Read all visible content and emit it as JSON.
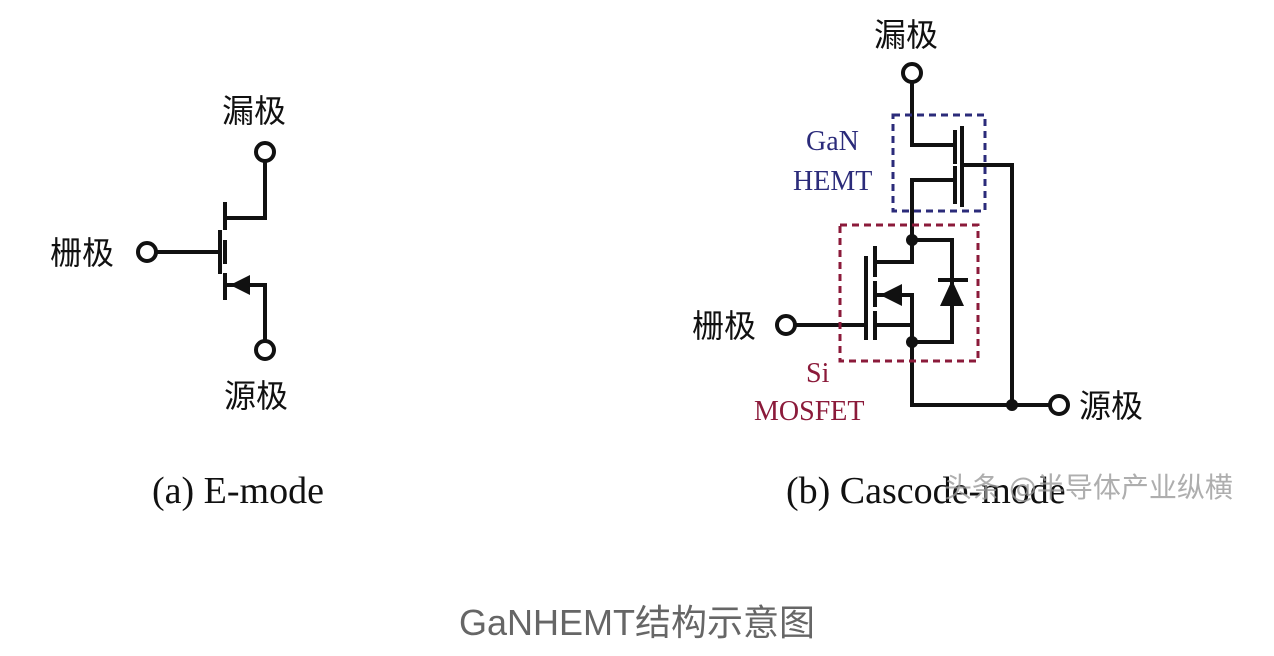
{
  "colors": {
    "ink": "#111111",
    "gan_box": "#2b2b7a",
    "si_box": "#8b1a3a",
    "caption": "#666666",
    "watermark": "#9a9a9a"
  },
  "diagram_a": {
    "drain_label": "漏极",
    "gate_label": "栅极",
    "source_label": "源极",
    "caption": "(a) E-mode"
  },
  "diagram_b": {
    "drain_label": "漏极",
    "gate_label": "栅极",
    "source_label": "源极",
    "gan_label_line1": "GaN",
    "gan_label_line2": "HEMT",
    "si_label_line1": "Si",
    "si_label_line2": "MOSFET",
    "caption": "(b) Cascode-mode"
  },
  "watermark": "头条 @半导体产业纵横",
  "figure_caption": "GaNHEMT结构示意图"
}
